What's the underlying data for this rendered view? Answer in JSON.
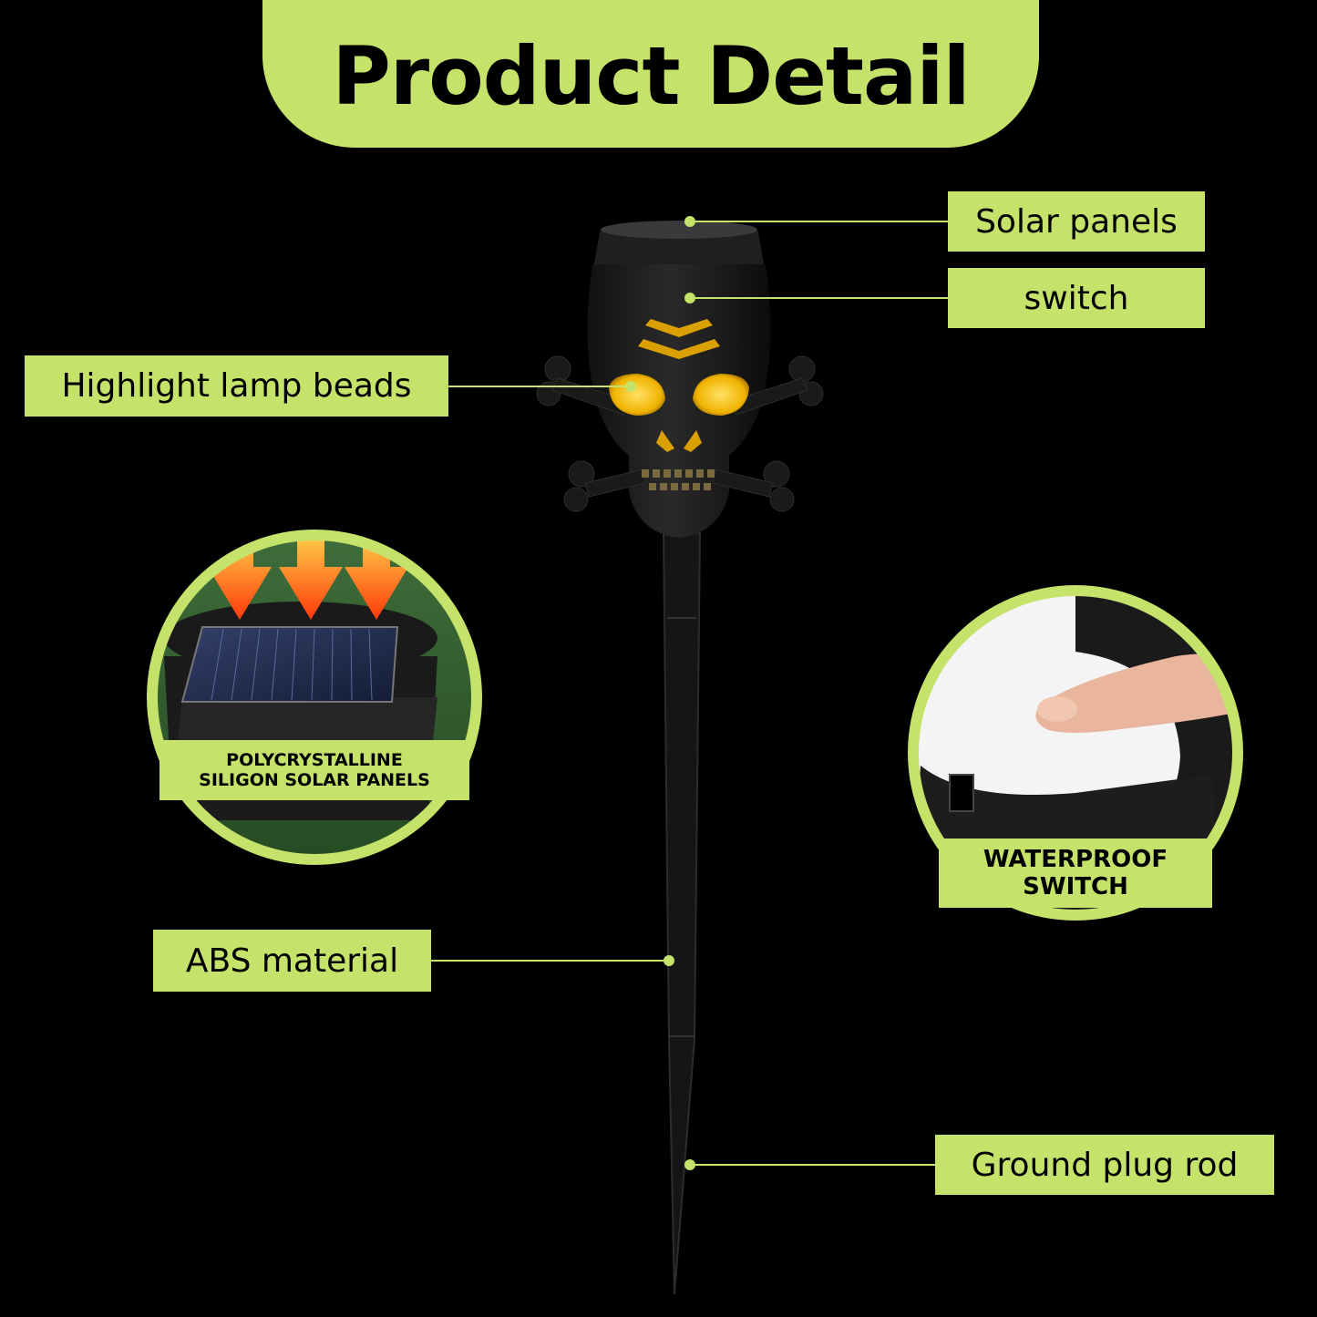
{
  "title": "Product Detail",
  "labels": {
    "solar_panels": "Solar panels",
    "switch": "switch",
    "highlight_lamp_beads": "Highlight lamp beads",
    "abs_material": "ABS material",
    "ground_plug_rod": "Ground plug rod"
  },
  "solar_callout": {
    "line1": "POLYCRYSTALLINE",
    "line2": "SILIGON SOLAR PANELS"
  },
  "switch_callout": {
    "line1": "WATERPROOF",
    "line2": "SWITCH"
  },
  "colors": {
    "accent": "#c5e26a",
    "background": "#000000",
    "eye_glow": "#f0b400"
  }
}
